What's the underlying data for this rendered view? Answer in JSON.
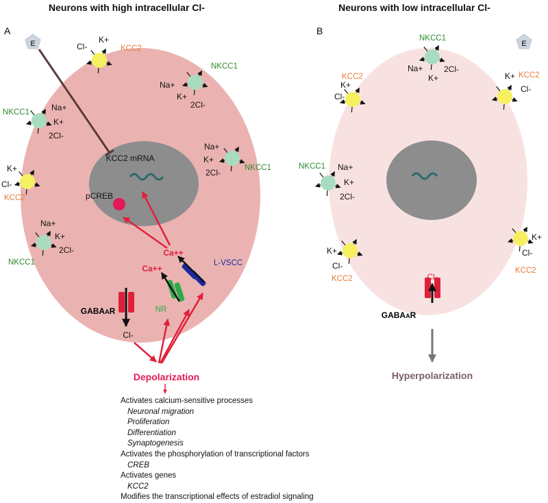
{
  "panelA": {
    "letter": "A",
    "title": "Neurons with high intracellular Cl-",
    "estradiol": "E",
    "nucleus_label": "KCC2 mRNA",
    "pcreb_label": "pCREB",
    "ca_upper": "Ca++",
    "ca_lower": "Ca++",
    "lvscc": "L-VSCC",
    "nr": "NR",
    "gabaar": "GABAAR",
    "cl_out": "Cl-",
    "depolarization": "Depolarization",
    "transporters": {
      "kcc2_top": {
        "name": "KCC2",
        "ions": [
          "Cl-",
          "K+"
        ]
      },
      "nkcc1_top_right": {
        "name": "NKCC1",
        "ions": [
          "Na+",
          "K+",
          "2Cl-"
        ]
      },
      "nkcc1_left_upper": {
        "name": "NKCC1",
        "ions": [
          "Na+",
          "K+",
          "2Cl-"
        ]
      },
      "nkcc1_right_mid": {
        "name": "NKCC1",
        "ions": [
          "Na+",
          "K+",
          "2Cl-"
        ]
      },
      "kcc2_left": {
        "name": "KCC2",
        "ions": [
          "K+",
          "Cl-"
        ]
      },
      "nkcc1_left_lower": {
        "name": "NKCC1",
        "ions": [
          "Na+",
          "K+",
          "2Cl-"
        ]
      }
    }
  },
  "panelB": {
    "letter": "B",
    "title": "Neurons with low intracellular Cl-",
    "estradiol": "E",
    "gabaar": "GABAAR",
    "cl_in": "Cl-",
    "hyperpolarization": "Hyperpolarization",
    "transporters": {
      "nkcc1_top": {
        "name": "NKCC1",
        "ions": [
          "Na+",
          "K+",
          "2Cl-"
        ]
      },
      "kcc2_left_upper": {
        "name": "KCC2",
        "ions": [
          "K+",
          "Cl-"
        ]
      },
      "kcc2_right_upper": {
        "name": "KCC2",
        "ions": [
          "K+",
          "Cl-"
        ]
      },
      "nkcc1_left_mid": {
        "name": "NKCC1",
        "ions": [
          "Na+",
          "K+",
          "2Cl-"
        ]
      },
      "kcc2_left_lower": {
        "name": "KCC2",
        "ions": [
          "K+",
          "Cl-"
        ]
      },
      "kcc2_right_lower": {
        "name": "KCC2",
        "ions": [
          "K+",
          "Cl-"
        ]
      }
    }
  },
  "notes": [
    {
      "text": "Activates calcium-sensitive processes",
      "indent": false
    },
    {
      "text": "Neuronal migration",
      "indent": true
    },
    {
      "text": "Proliferation",
      "indent": true
    },
    {
      "text": "Differentiation",
      "indent": true
    },
    {
      "text": "Synaptogenesis",
      "indent": true
    },
    {
      "text": "Activates the phosphorylation of transcriptional factors",
      "indent": false
    },
    {
      "text": "CREB",
      "indent": true
    },
    {
      "text": "Activates genes",
      "indent": false
    },
    {
      "text": "KCC2",
      "indent": true
    },
    {
      "text": "Modifies the transcriptional effects of estradiol signaling",
      "indent": false
    }
  ],
  "colors": {
    "cellA": "#eab3b1",
    "cellB": "#f8e2e1",
    "nucleus": "#8d8d8d",
    "kcc2": "#f6f060",
    "nkcc1": "#a8dcc0",
    "accent_red": "#e0203a",
    "nr_green": "#2eaa4a",
    "lvscc_blue": "#1b2aa0"
  }
}
